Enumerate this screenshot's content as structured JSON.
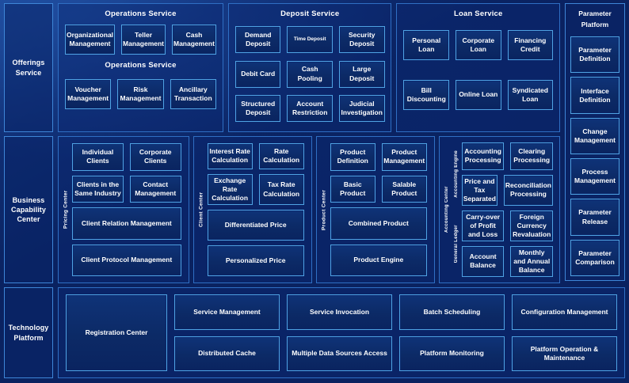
{
  "layers": {
    "offerings": {
      "label": "Offerings Service"
    },
    "business": {
      "label": "Business Capability Center"
    },
    "technology": {
      "label": "Technology Platform"
    }
  },
  "offerings_service": {
    "panels": [
      {
        "title": "Operations Service",
        "subtitle": "Operations Service",
        "boxes_row1": [
          "Organizational Management",
          "Teller Management",
          "Cash Management"
        ],
        "boxes_row2": [
          "Voucher Management",
          "Risk Management",
          "Ancillary Transaction"
        ]
      },
      {
        "title": "Deposit Service",
        "boxes_row1": [
          "Demand Deposit",
          "Time Deposit",
          "Security Deposit"
        ],
        "boxes_row2": [
          "Debit Card",
          "Cash Pooling",
          "Large Deposit"
        ],
        "boxes_row3": [
          "Structured Deposit",
          "Account Restriction",
          "Judicial Investigation"
        ]
      },
      {
        "title": "Loan Service",
        "boxes_row1": [
          "Personal Loan",
          "Corporate Loan",
          "Financing Credit"
        ],
        "boxes_row2": [
          "Bill Discounting",
          "Online Loan",
          "Syndicated Loan"
        ]
      }
    ]
  },
  "parameter_platform": {
    "title": "Parameter Platform",
    "items": [
      "Parameter Definition",
      "Interface Definition",
      "Change Management",
      "Process Management",
      "Parameter Release",
      "Parameter Comparison"
    ]
  },
  "business_capability_center": {
    "panels": [
      {
        "vlabel": "Pricing Center",
        "rows": [
          [
            "Individual Clients",
            "Corporate Clients"
          ],
          [
            "Clients in the Same Industry",
            "Contact Management"
          ],
          [
            "Client Relation Management"
          ],
          [
            "Client Protocol Management"
          ]
        ]
      },
      {
        "vlabel": "Client Center",
        "rows": [
          [
            "Interest Rate Calculation",
            "Rate Calculation"
          ],
          [
            "Exchange Rate Calculation",
            "Tax Rate Calculation"
          ],
          [
            "Differentiated Price"
          ],
          [
            "Personalized Price"
          ]
        ]
      },
      {
        "vlabel": "Product Center",
        "rows": [
          [
            "Product Definition",
            "Product Management"
          ],
          [
            "Basic Product",
            "Salable Product"
          ],
          [
            "Combined Product"
          ],
          [
            "Product Engine"
          ]
        ]
      }
    ],
    "accounting_center": {
      "vlabel": "Accounting Center",
      "subgroups": [
        {
          "vlabel": "Accounting Engine",
          "rows": [
            [
              "Accounting Processing",
              "Clearing Processing"
            ],
            [
              "Price and Tax Separated",
              "Reconciliation Processing"
            ]
          ]
        },
        {
          "vlabel": "General Ledger",
          "rows": [
            [
              "Carry-over of Profit and Loss",
              "Foreign Currency Revaluation"
            ],
            [
              "Account Balance",
              "Monthly and Annual Balance"
            ]
          ]
        }
      ]
    }
  },
  "technology_platform": {
    "featured": "Registration Center",
    "columns": [
      [
        "Service Management",
        "Distributed Cache"
      ],
      [
        "Service Invocation",
        "Multiple Data Sources Access"
      ],
      [
        "Batch Scheduling",
        "Platform Monitoring"
      ],
      [
        "Configuration Management",
        "Platform Operation & Maintenance"
      ]
    ]
  },
  "colors": {
    "background": "#0a2260",
    "panel_border": "#2f6fc4",
    "box_border": "#4fa3e3",
    "rail_border": "#3e86d8",
    "text": "#ffffff"
  }
}
